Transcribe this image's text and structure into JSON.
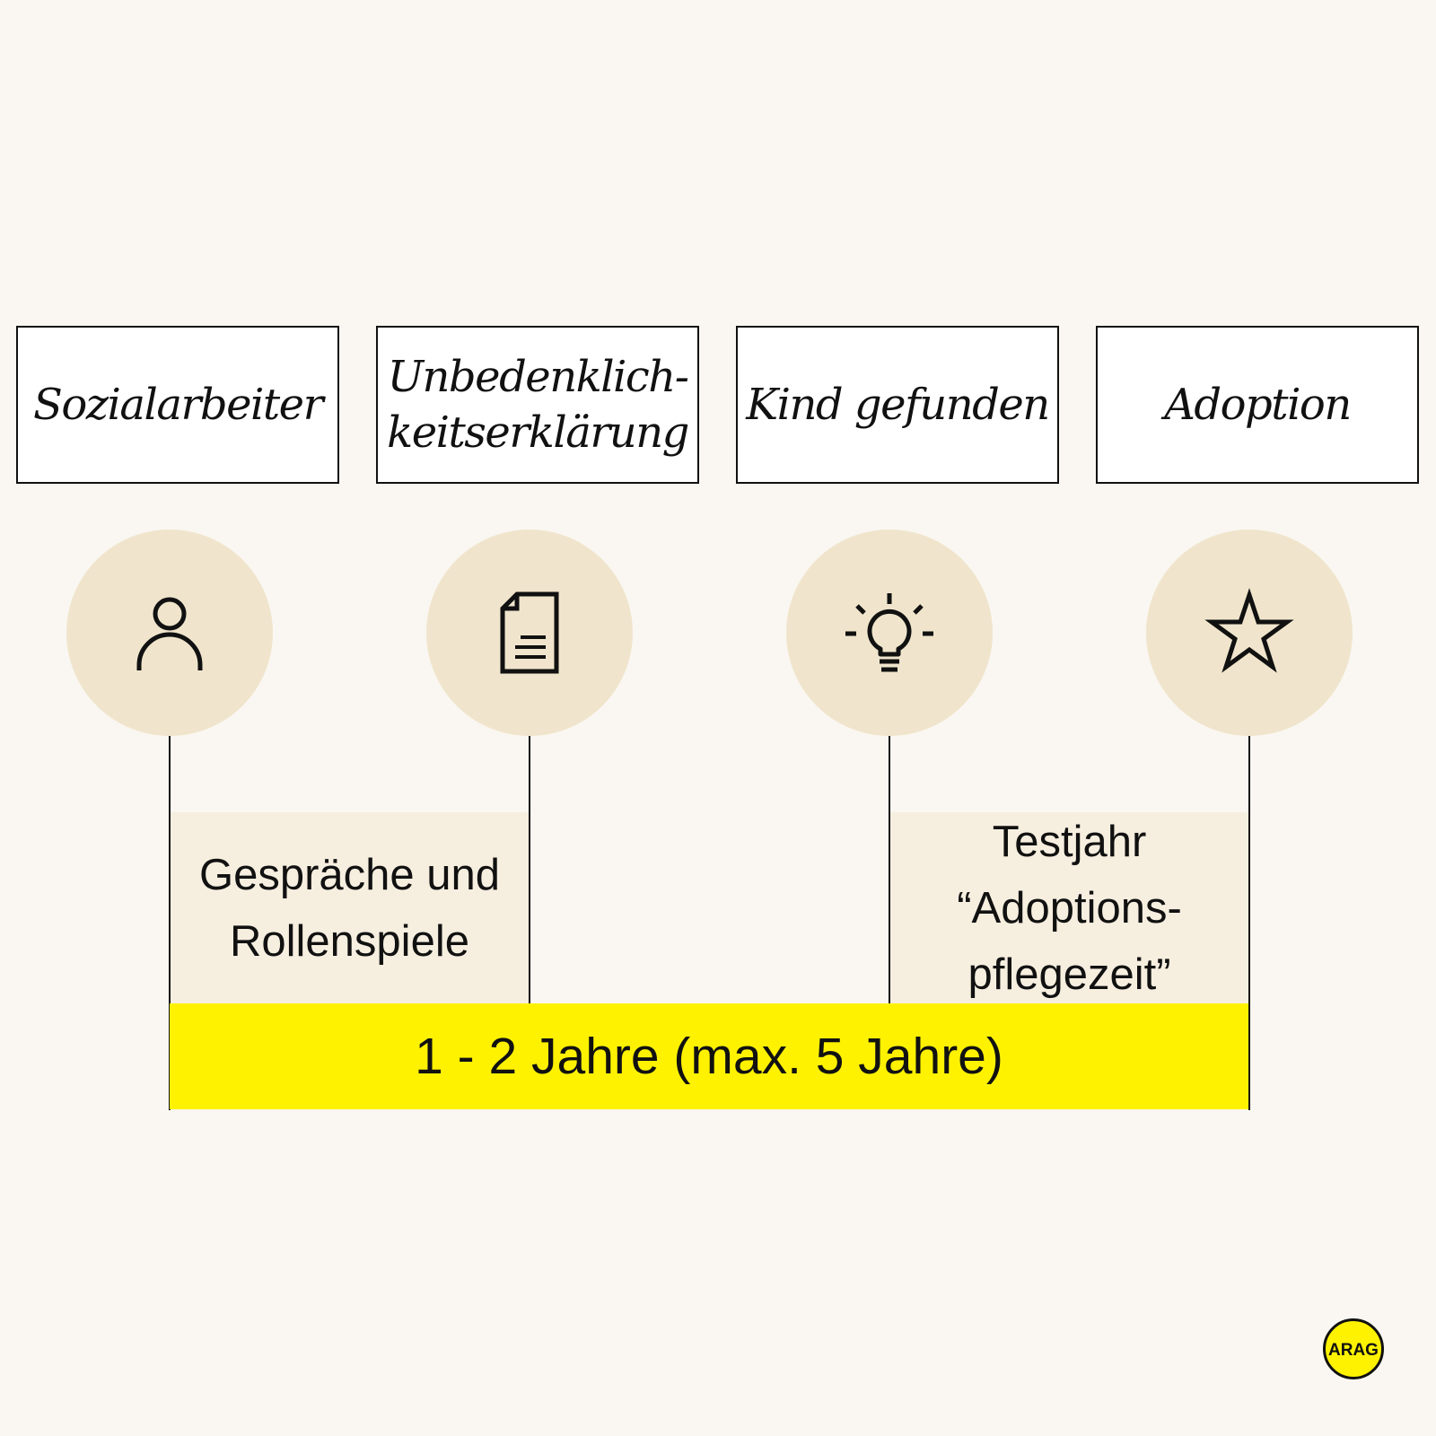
{
  "steps": [
    {
      "label": "Sozialarbeiter",
      "icon": "person-icon"
    },
    {
      "label": "Unbedenklich-\nkeitserklärung",
      "icon": "document-icon"
    },
    {
      "label": "Kind gefunden",
      "icon": "lightbulb-icon"
    },
    {
      "label": "Adoption",
      "icon": "star-icon"
    }
  ],
  "phases": [
    {
      "label": "Gespräche und\nRollenspiele"
    },
    {
      "label": "Testjahr\n“Adoptions-\npflegezeit”"
    }
  ],
  "duration": {
    "label": "1 - 2 Jahre (max. 5 Jahre)"
  },
  "logo": {
    "text": "ARAG"
  },
  "colors": {
    "background": "#faf7f2",
    "circle": "#f0e5cc",
    "phase": "#f6eedf",
    "accent_yellow": "#fff200",
    "ink": "#111111"
  }
}
